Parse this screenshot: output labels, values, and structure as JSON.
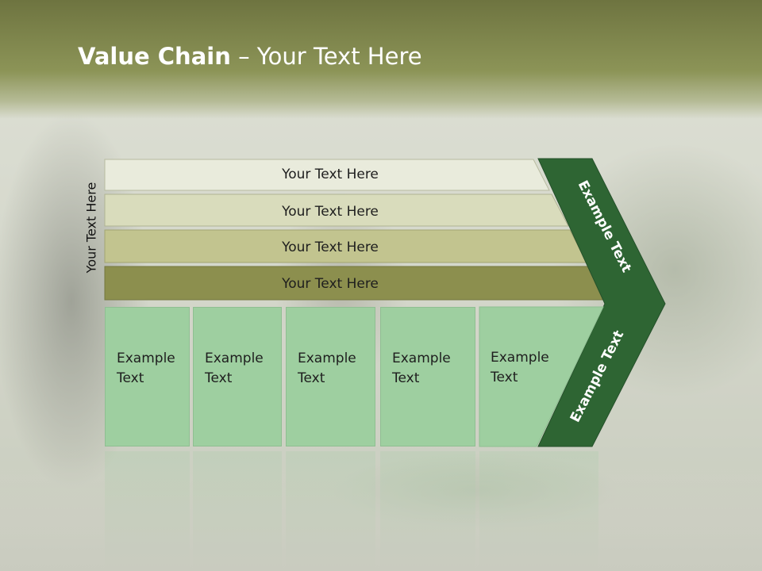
{
  "title": {
    "bold": "Value Chain",
    "rest": " – Your Text Here"
  },
  "side_label": "Your Text Here",
  "bars": [
    {
      "label": "Your Text Here",
      "color": "#e9ebdc"
    },
    {
      "label": "Your Text Here",
      "color": "#d9dcbc"
    },
    {
      "label": "Your Text Here",
      "color": "#c2c48f"
    },
    {
      "label": "Your Text Here",
      "color": "#8c8f4e"
    }
  ],
  "cells": [
    {
      "line1": "Example",
      "line2": "Text"
    },
    {
      "line1": "Example",
      "line2": "Text"
    },
    {
      "line1": "Example",
      "line2": "Text"
    },
    {
      "line1": "Example",
      "line2": "Text"
    },
    {
      "line1": "Example",
      "line2": "Text"
    }
  ],
  "chevron": {
    "upper_label": "Example Text",
    "lower_label": "Example Text",
    "color": "#2e6533"
  },
  "colors": {
    "cell": "#9ecfa0",
    "header": "#7d8448"
  }
}
